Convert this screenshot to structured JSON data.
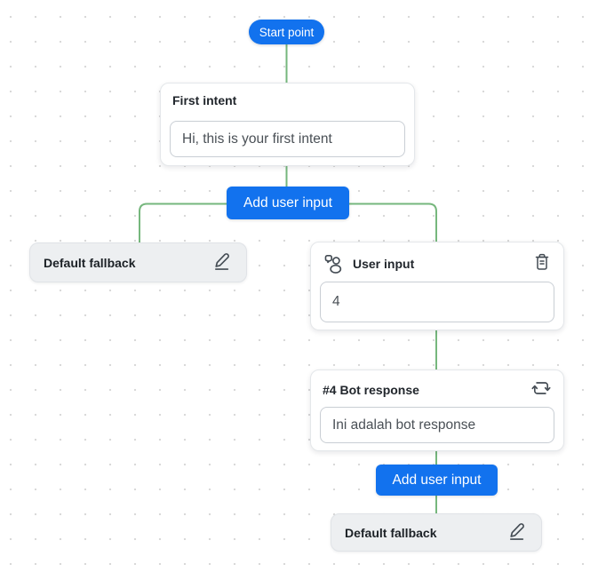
{
  "app": {
    "name": "Bot flow builder canvas"
  },
  "colors": {
    "accent_blue": "#1272ee",
    "connector_green": "#76b77d",
    "card_border": "#e4e7ea",
    "input_border": "#c9ced4",
    "title_text": "#21262c",
    "input_text": "#4a5056",
    "fallback_bg": "#edeff1",
    "icon": "#434b53",
    "grid_dot": "#d9d9d9"
  },
  "nodes": {
    "start_point": {
      "label": "Start point"
    },
    "first_intent": {
      "title": "First intent",
      "value": "Hi, this is your first intent"
    },
    "add_user_input_top": {
      "label": "Add user input"
    },
    "default_fallback_left": {
      "label": "Default fallback",
      "action_icon": "pencil-icon"
    },
    "user_input": {
      "title": "User input",
      "value": "4",
      "leading_icon": "user-chat-icon",
      "action_icon": "trash-icon"
    },
    "bot_response": {
      "title": "#4 Bot response",
      "value": "Ini adalah bot response",
      "action_icon": "repeat-icon"
    },
    "add_user_input_bottom": {
      "label": "Add user input"
    },
    "default_fallback_bottom": {
      "label": "Default fallback",
      "action_icon": "pencil-icon"
    }
  }
}
